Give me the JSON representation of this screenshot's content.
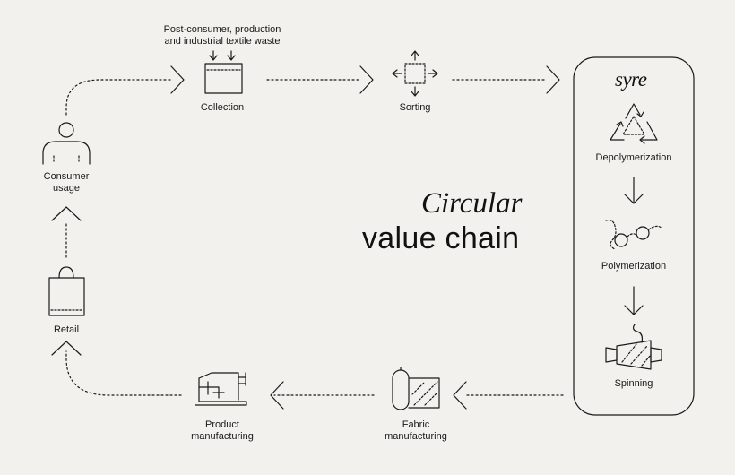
{
  "title": {
    "line1": "Circular",
    "line2": "value chain"
  },
  "syre": {
    "logo_text": "syre"
  },
  "waste_source": {
    "label": "Post-consumer, production\nand industrial textile waste"
  },
  "steps": {
    "collection": "Collection",
    "sorting": "Sorting",
    "depolymerization": "Depolymerization",
    "polymerization": "Polymerization",
    "spinning": "Spinning",
    "fabric_manufacturing": "Fabric\nmanufacturing",
    "product_manufacturing": "Product\nmanufacturing",
    "retail": "Retail",
    "consumer_usage": "Consumer\nusage"
  },
  "colors": {
    "background": "#f3f1ed",
    "ink": "#1a1a1a"
  }
}
